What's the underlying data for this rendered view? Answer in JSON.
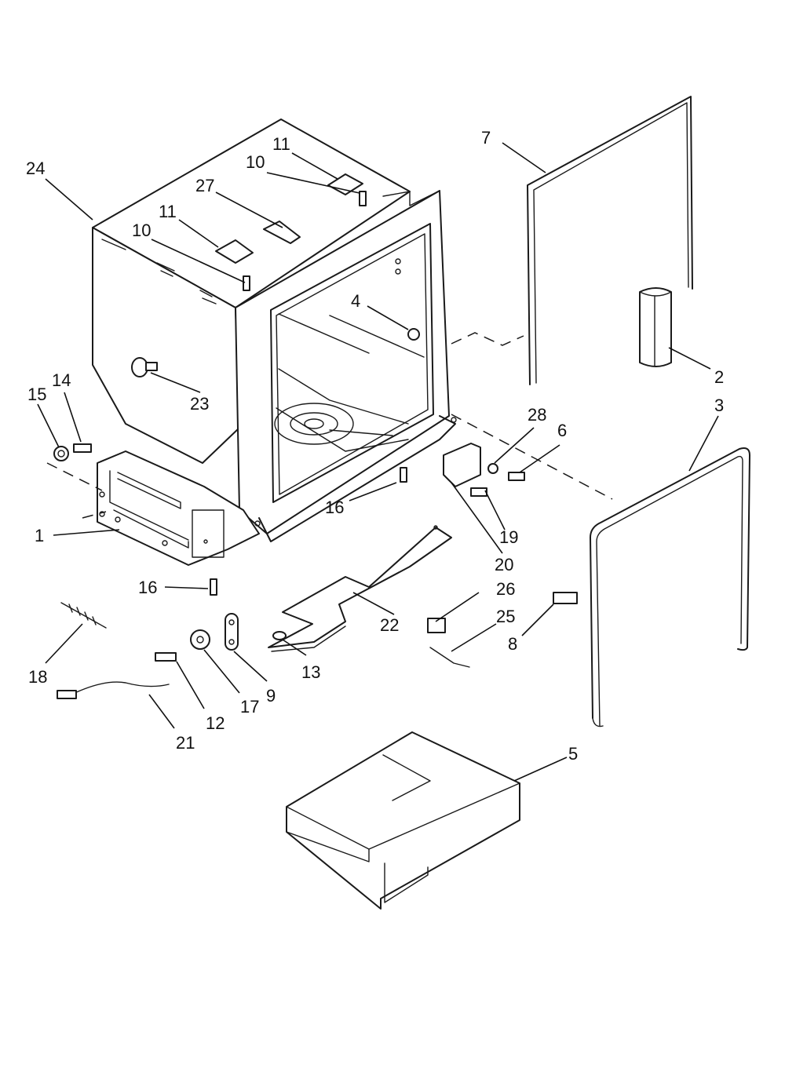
{
  "diagram": {
    "callouts": [
      {
        "id": "c24",
        "text": "24"
      },
      {
        "id": "c11a",
        "text": "11"
      },
      {
        "id": "c10a",
        "text": "10"
      },
      {
        "id": "c27",
        "text": "27"
      },
      {
        "id": "c11b",
        "text": "11"
      },
      {
        "id": "c10b",
        "text": "10"
      },
      {
        "id": "c7",
        "text": "7"
      },
      {
        "id": "c4",
        "text": "4"
      },
      {
        "id": "c2",
        "text": "2"
      },
      {
        "id": "c3",
        "text": "3"
      },
      {
        "id": "c15",
        "text": "15"
      },
      {
        "id": "c14",
        "text": "14"
      },
      {
        "id": "c23",
        "text": "23"
      },
      {
        "id": "c28",
        "text": "28"
      },
      {
        "id": "c6",
        "text": "6"
      },
      {
        "id": "c16a",
        "text": "16"
      },
      {
        "id": "c1",
        "text": "1"
      },
      {
        "id": "c19",
        "text": "19"
      },
      {
        "id": "c20",
        "text": "20"
      },
      {
        "id": "c16b",
        "text": "16"
      },
      {
        "id": "c26",
        "text": "26"
      },
      {
        "id": "c22",
        "text": "22"
      },
      {
        "id": "c25",
        "text": "25"
      },
      {
        "id": "c8",
        "text": "8"
      },
      {
        "id": "c18",
        "text": "18"
      },
      {
        "id": "c13",
        "text": "13"
      },
      {
        "id": "c9",
        "text": "9"
      },
      {
        "id": "c17",
        "text": "17"
      },
      {
        "id": "c12",
        "text": "12"
      },
      {
        "id": "c21",
        "text": "21"
      },
      {
        "id": "c5",
        "text": "5"
      }
    ]
  }
}
